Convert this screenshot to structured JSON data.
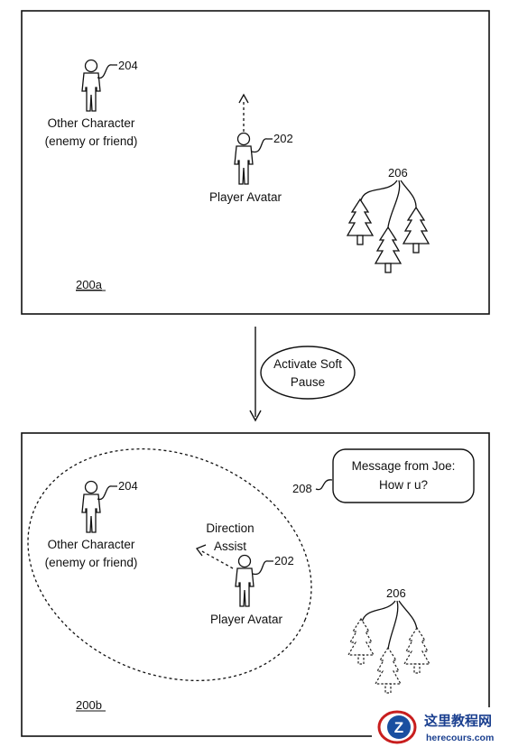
{
  "panel_a": {
    "ref": "200a",
    "player": {
      "label": "Player Avatar",
      "ref": "202"
    },
    "other": {
      "label_line1": "Other Character",
      "label_line2": "(enemy or friend)",
      "ref": "204"
    },
    "trees_ref": "206"
  },
  "transition": {
    "label_line1": "Activate Soft",
    "label_line2": "Pause"
  },
  "panel_b": {
    "ref": "200b",
    "player": {
      "label": "Player Avatar",
      "ref": "202"
    },
    "other": {
      "label_line1": "Other Character",
      "label_line2": "(enemy or friend)",
      "ref": "204"
    },
    "direction_assist_line1": "Direction",
    "direction_assist_line2": "Assist",
    "message": {
      "ref": "208",
      "line1": "Message from Joe:",
      "line2": "How r u?"
    },
    "trees_ref": "206"
  },
  "watermark": {
    "title": "这里教程网",
    "url": "herecours.com",
    "logo_letter": "Z"
  }
}
